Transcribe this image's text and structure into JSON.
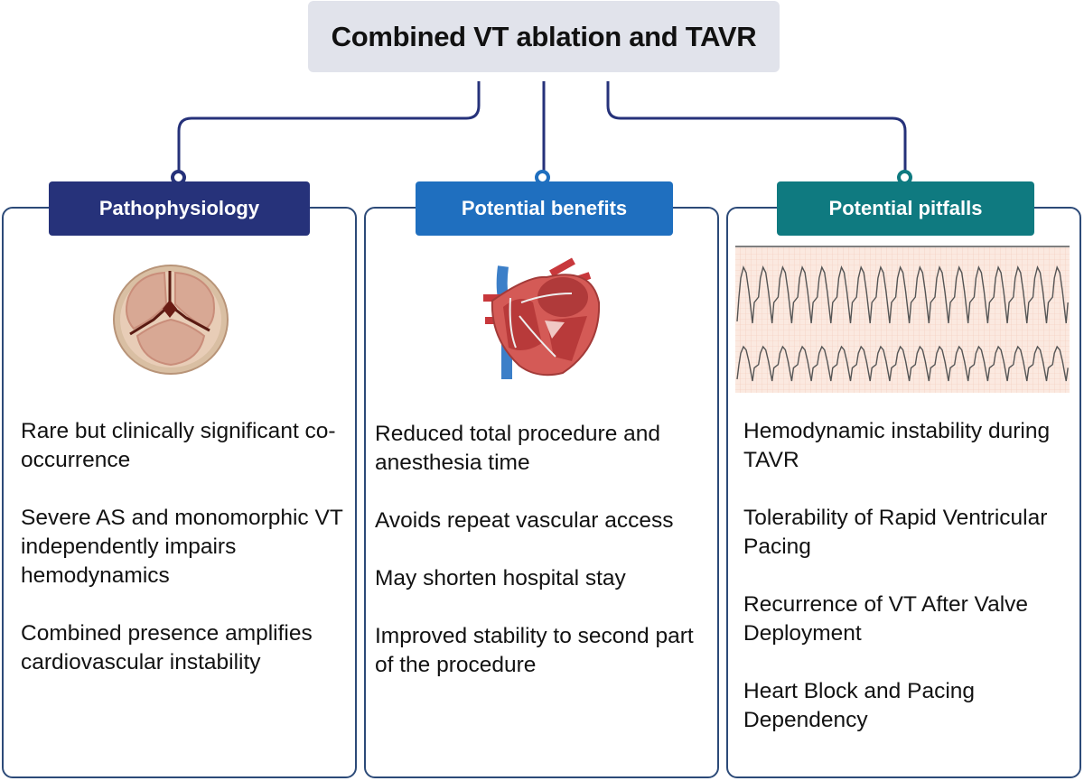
{
  "title": "Combined VT ablation and TAVR",
  "colors": {
    "connector": "#26327a",
    "pathophysiology": "#26327a",
    "benefits": "#1f6fbf",
    "pitfalls": "#0f7a80",
    "panel_border": "#2c4a78",
    "title_bg": "#e1e3eb"
  },
  "columns": [
    {
      "heading": "Pathophysiology",
      "illustration": "aortic-valve-stenosis-illustration",
      "items": [
        "Rare but clinically significant co-occurrence",
        "Severe AS and monomorphic VT independently impairs hemodynamics",
        "Combined presence amplifies cardiovascular instability"
      ]
    },
    {
      "heading": "Potential benefits",
      "illustration": "heart-with-catheters-illustration",
      "items": [
        "Reduced total procedure and anesthesia time",
        "Avoids repeat vascular access",
        "May shorten hospital stay",
        "Improved stability to second part of the procedure"
      ]
    },
    {
      "heading": "Potential pitfalls",
      "illustration": "ventricular-tachycardia-ecg-strip",
      "items": [
        "Hemodynamic instability during TAVR",
        "Tolerability of Rapid Ventricular Pacing",
        "Recurrence of VT After Valve Deployment",
        "Heart Block and Pacing Dependency"
      ]
    }
  ]
}
